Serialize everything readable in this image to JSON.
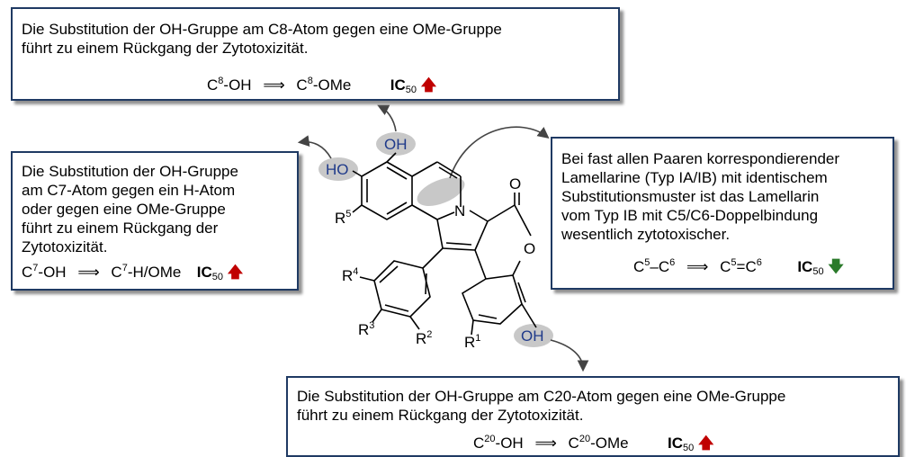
{
  "boxes": {
    "top": {
      "text": "Die Substitution der OH-Gruppe am C8-Atom gegen eine OMe-Gruppe\nführt zu einem Rückgang der Zytotoxizität.",
      "eq_left": "C8-OH",
      "eq_right": "C8-OMe",
      "trend": "up"
    },
    "left": {
      "text": "Die Substitution der OH-Gruppe\nam C7-Atom gegen ein H-Atom\noder gegen eine OMe-Gruppe\nführt zu einem Rückgang der\nZytotoxizität.",
      "eq_left": "C7-OH",
      "eq_right": "C7-H/OMe",
      "trend": "up"
    },
    "right": {
      "text_lines": [
        "Bei fast allen Paaren korrespondierender",
        "Lamellarine (Typ IA/IB) mit identischem",
        "Substitutionsmuster ist das Lamellarin",
        "vom Typ IB mit C5/C6-Doppelbindung",
        "wesentlich zytotoxischer."
      ],
      "eq_left": "C5-C6",
      "eq_right": "C5=C6",
      "trend": "down"
    },
    "bottom": {
      "text": "Die Substitution der OH-Gruppe am C20-Atom gegen eine OMe-Gruppe\nführt zu einem Rückgang der Zytotoxizität.",
      "eq_left": "C20-OH",
      "eq_right": "C20-OMe",
      "trend": "up"
    }
  },
  "ic_label": "IC",
  "ic_sub": "50",
  "arrow_symbol": "⟹",
  "trend_colors": {
    "up": "#c00000",
    "down": "#2a7a2a"
  },
  "molecule": {
    "labels": {
      "oh_c8": "OH",
      "ho_c7": "HO",
      "oh_c20": "OH",
      "n": "N",
      "o_ring": "O",
      "o_carbonyl": "O",
      "r1": "R",
      "r2": "R",
      "r3": "R",
      "r4": "R",
      "r5": "R"
    },
    "superscripts": {
      "r1": "1",
      "r2": "2",
      "r3": "3",
      "r4": "4",
      "r5": "5"
    }
  }
}
